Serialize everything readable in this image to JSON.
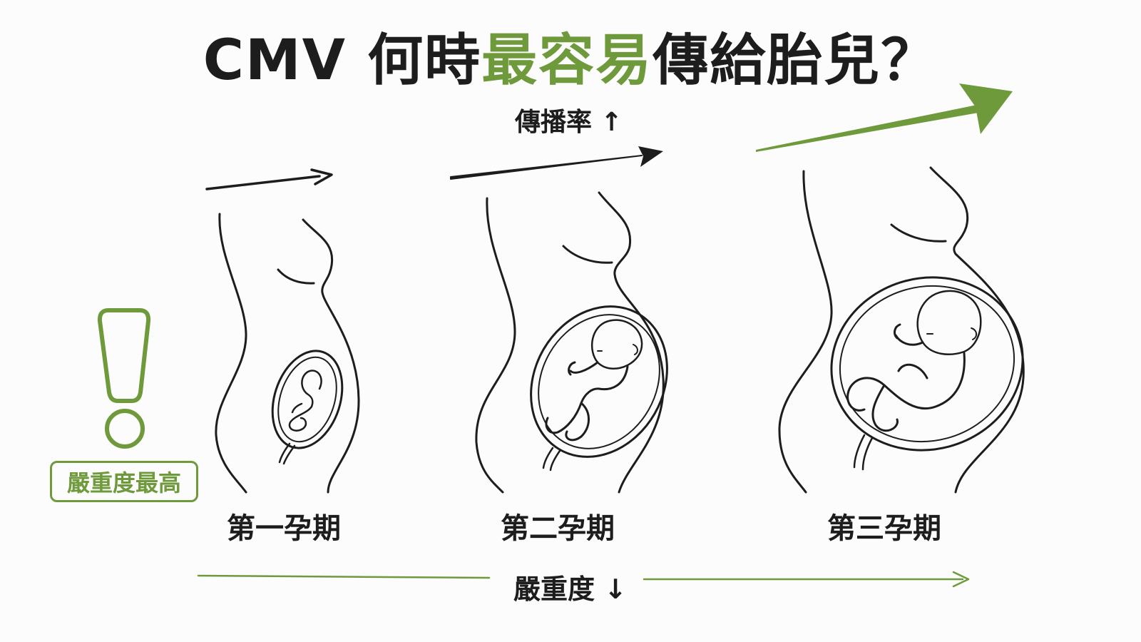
{
  "title": {
    "prefix": "CMV 何時",
    "highlight": "最容易",
    "suffix": "傳給胎兒？"
  },
  "transmission_label": "傳播率 ↑",
  "severity_label": "嚴重度 ↓",
  "severity_badge": "嚴重度最高",
  "stages": [
    {
      "label": "第一孕期"
    },
    {
      "label": "第二孕期"
    },
    {
      "label": "第三孕期"
    }
  ],
  "colors": {
    "accent_green": "#6f9a3c",
    "ink": "#1d1d1d"
  }
}
